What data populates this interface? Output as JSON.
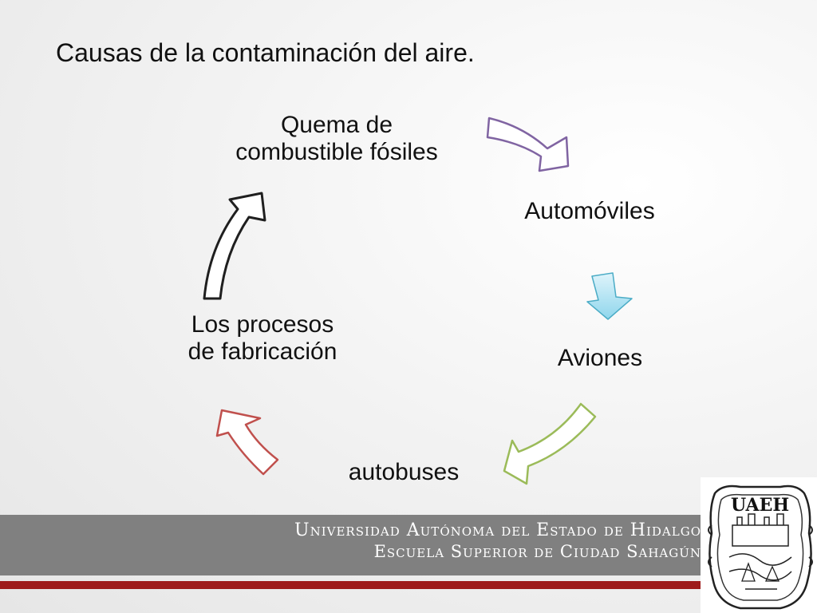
{
  "slide": {
    "title": "Causas de la contaminación del aire."
  },
  "diagram": {
    "nodes": {
      "quema_line1": "Quema de",
      "quema_line2": "combustible fósiles",
      "automoviles": "Automóviles",
      "aviones": "Aviones",
      "autobuses": "autobuses",
      "procesos_line1": "Los procesos",
      "procesos_line2": "de fabricación"
    },
    "arrow_colors": {
      "quema_to_automoviles": "#8064a2",
      "automoviles_to_aviones": "#4bacc6",
      "aviones_to_autobuses": "#9bbb59",
      "autobuses_to_procesos": "#c0504d",
      "procesos_to_quema": "#1f1f1f"
    }
  },
  "footer": {
    "university": "Universidad Autónoma del Estado de Hidalgo",
    "school": "Escuela Superior de Ciudad Sahagún",
    "seal_text": "UAEH",
    "band_color": "#808080",
    "line_color": "#9e1b1b"
  }
}
